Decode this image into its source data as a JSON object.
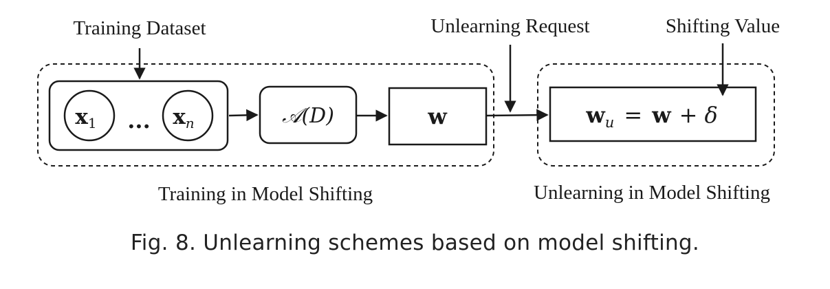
{
  "labels": {
    "training_dataset": "Training Dataset",
    "unlearning_request": "Unlearning Request",
    "shifting_value": "Shifting Value",
    "training_group": "Training in Model Shifting",
    "unlearning_group": "Unlearning in Model Shifting"
  },
  "nodes": {
    "x1": {
      "base": "x",
      "sub": "1"
    },
    "ellipsis": "...",
    "xn": {
      "base": "x",
      "sub": "n"
    },
    "algorithm": {
      "func": "𝒜",
      "arg": "(D)"
    },
    "weights": "w",
    "update": {
      "lhs": "w",
      "lhs_sub": "u",
      "eq": "=",
      "rhs": "w",
      "plus": "+",
      "delta": "δ"
    }
  },
  "caption": "Fig. 8.  Unlearning schemes based on model shifting."
}
